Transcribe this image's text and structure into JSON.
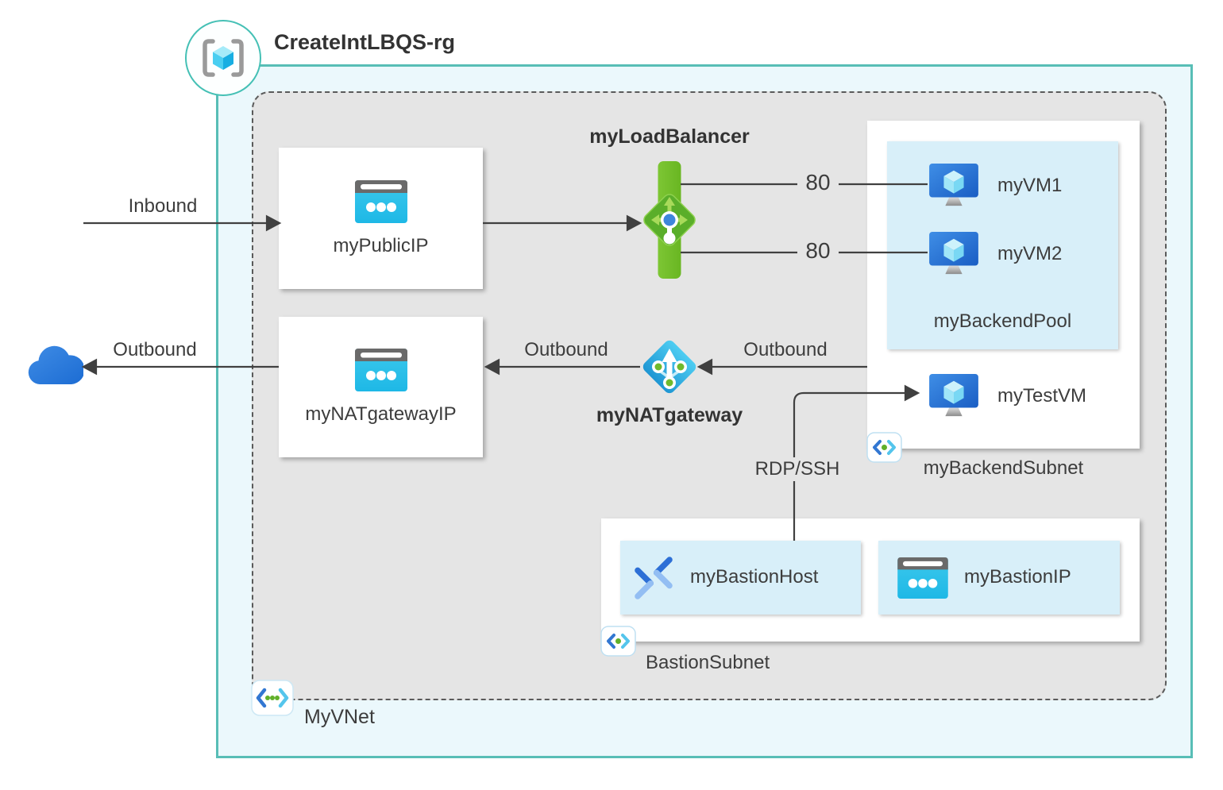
{
  "header": {
    "resource_group": "CreateIntLBQS-rg"
  },
  "nodes": {
    "public_ip": "myPublicIP",
    "load_balancer": "myLoadBalancer",
    "nat_gateway_ip": "myNATgatewayIP",
    "nat_gateway": "myNATgateway",
    "vm1": "myVM1",
    "vm2": "myVM2",
    "backend_pool": "myBackendPool",
    "test_vm": "myTestVM",
    "backend_subnet": "myBackendSubnet",
    "bastion_host": "myBastionHost",
    "bastion_ip": "myBastionIP",
    "bastion_subnet": "BastionSubnet",
    "vnet": "MyVNet"
  },
  "edges": {
    "inbound": "Inbound",
    "outbound_to_internet": "Outbound",
    "outbound_to_nat_ip": "Outbound",
    "outbound_from_subnet": "Outbound",
    "lb_port_vm1": "80",
    "lb_port_vm2": "80",
    "rdp_ssh": "RDP/SSH"
  },
  "icons": {
    "resource_group": "resource-group-cube-icon",
    "vnet": "virtual-network-icon",
    "subnet": "subnet-icon",
    "public_ip": "public-ip-address-icon",
    "load_balancer": "load-balancer-icon",
    "nat_gateway": "nat-gateway-icon",
    "virtual_machine": "virtual-machine-icon",
    "bastion": "bastion-icon",
    "internet": "cloud-icon"
  },
  "colors": {
    "vnet_fill": "#EBF8FC",
    "vnet_border": "#58BEB6",
    "region_fill": "#E5E5E5",
    "region_border": "#5A5A5A",
    "subnet_card_fill": "#FFFFFF",
    "pool_fill": "#D8EFF9",
    "connector": "#404040",
    "text": "#3D3D3D",
    "lb_green": "#73BE28",
    "nat_cyan": "#2AACE2",
    "vm_blue": "#2173D4",
    "ip_cyan": "#2BC0E7",
    "cloud_blue": "#2B7CD8"
  }
}
